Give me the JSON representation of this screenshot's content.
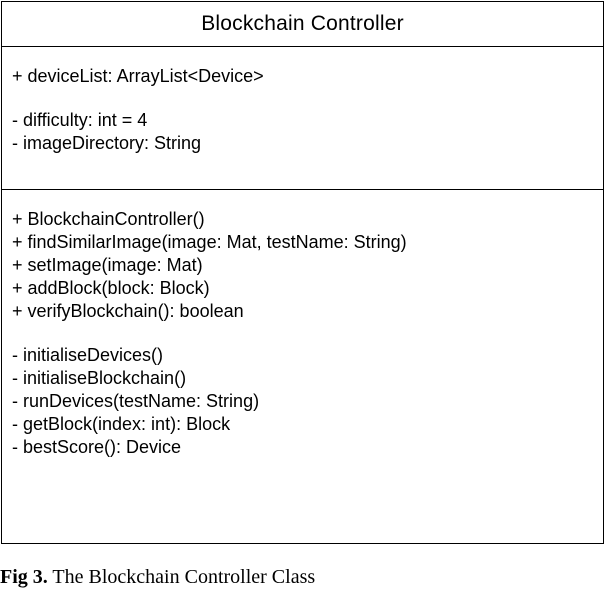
{
  "class_box": {
    "name": "Blockchain Controller",
    "attributes": {
      "public": [
        "+ deviceList: ArrayList<Device>"
      ],
      "private": [
        "- difficulty: int = 4",
        "- imageDirectory: String"
      ]
    },
    "methods": {
      "public": [
        "+ BlockchainController()",
        "+ findSimilarImage(image: Mat, testName: String)",
        "+ setImage(image: Mat)",
        "+ addBlock(block: Block)",
        "+ verifyBlockchain(): boolean"
      ],
      "private": [
        "- initialiseDevices()",
        "- initialiseBlockchain()",
        "- runDevices(testName: String)",
        "- getBlock(index: int): Block",
        "- bestScore(): Device"
      ]
    }
  },
  "caption": {
    "label": "Fig 3.",
    "text": "The Blockchain Controller Class"
  }
}
